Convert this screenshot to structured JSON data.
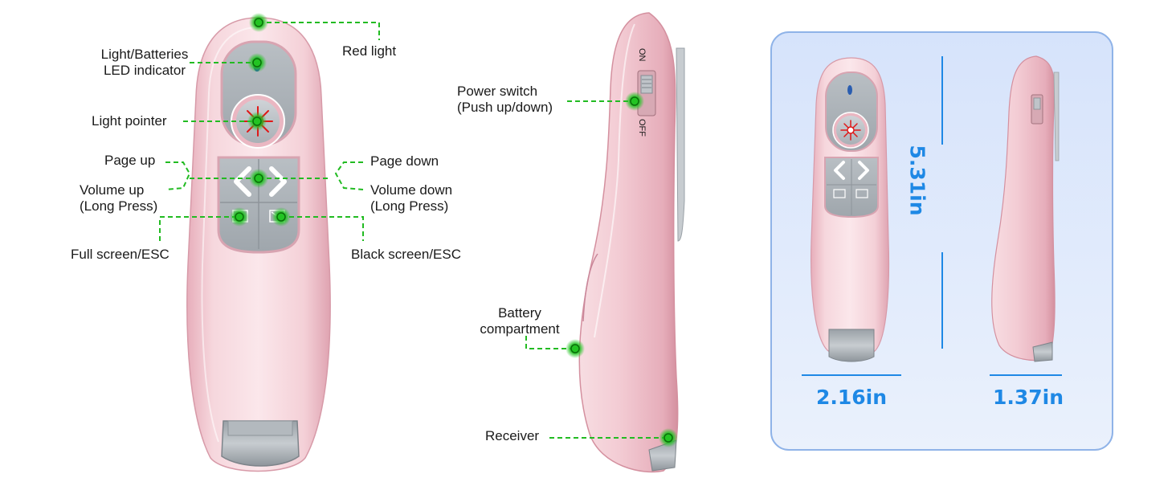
{
  "labels": {
    "red_light": "Red light",
    "led_indicator_line1": "Light/Batteries",
    "led_indicator_line2": "LED indicator",
    "light_pointer": "Light pointer",
    "page_up": "Page up",
    "volume_up_line1": "Volume up",
    "volume_up_line2": "(Long Press)",
    "page_down": "Page down",
    "volume_down_line1": "Volume down",
    "volume_down_line2": "(Long Press)",
    "full_screen": "Full screen/ESC",
    "black_screen": "Black screen/ESC",
    "power_switch_line1": "Power switch",
    "power_switch_line2": "(Push up/down)",
    "switch_on": "ON",
    "switch_off": "OFF",
    "battery_line1": "Battery",
    "battery_line2": "compartment",
    "receiver": "Receiver"
  },
  "dimensions": {
    "height": "5.31in",
    "width": "2.16in",
    "depth": "1.37in"
  },
  "colors": {
    "body_pink": "#f3cdd4",
    "button_gray": "#b9bec3",
    "callout_green": "#22bb22",
    "dimension_blue": "#1e88e5",
    "panel_bg": "#dde8fb"
  }
}
